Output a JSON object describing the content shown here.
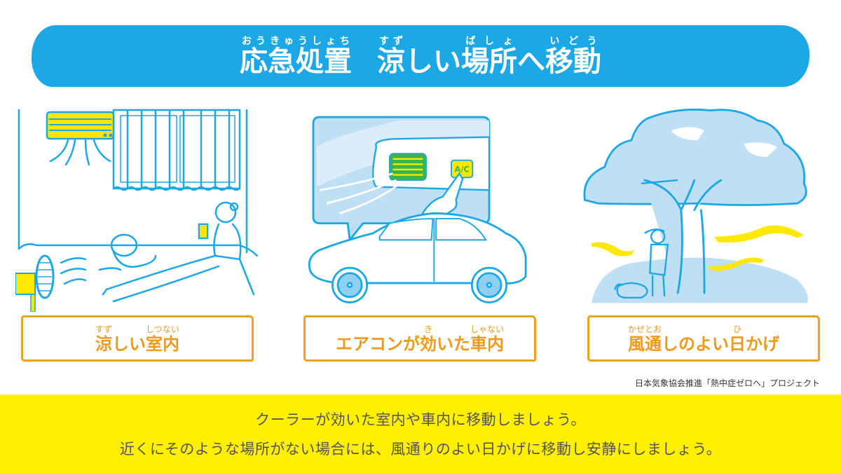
{
  "title": {
    "groups": [
      [
        {
          "base": "応急処置",
          "ruby": "おうきゅうしょち"
        }
      ],
      [
        {
          "base": "涼",
          "ruby": "すず"
        },
        {
          "base": "しい",
          "ruby": ""
        },
        {
          "base": "場所",
          "ruby": "ばしょ"
        },
        {
          "base": "へ",
          "ruby": ""
        },
        {
          "base": "移動",
          "ruby": "いどう"
        }
      ]
    ],
    "full_text": "応急処置　涼しい場所へ移動",
    "background_color": "#1ca8e6"
  },
  "panels": [
    {
      "illustration": "indoor-room-with-air-conditioner-fan-person-and-dog",
      "caption": {
        "segments": [
          {
            "base": "涼",
            "ruby": "すず"
          },
          {
            "base": "しい",
            "ruby": ""
          },
          {
            "base": "室内",
            "ruby": "しつない"
          }
        ],
        "full_text": "涼しい室内"
      }
    },
    {
      "illustration": "car-with-ac-button-speech-bubble",
      "ac_button_label": "A/C",
      "caption": {
        "segments": [
          {
            "base": "エアコンが",
            "ruby": ""
          },
          {
            "base": "効",
            "ruby": "き"
          },
          {
            "base": "いた",
            "ruby": ""
          },
          {
            "base": "車内",
            "ruby": "しゃない"
          }
        ],
        "full_text": "エアコンが効いた車内"
      }
    },
    {
      "illustration": "shade-tree-with-person-dog-and-breeze",
      "caption": {
        "segments": [
          {
            "base": "風通",
            "ruby": "かぜとお"
          },
          {
            "base": "しのよい",
            "ruby": ""
          },
          {
            "base": "日",
            "ruby": "ひ"
          },
          {
            "base": "かげ",
            "ruby": ""
          }
        ],
        "full_text": "風通しのよい日かげ"
      }
    }
  ],
  "credit": "日本気象協会推進「熱中症ゼロへ」プロジェクト",
  "bottom_band": {
    "line1": "クーラーが効いた室内や車内に移動しましょう。",
    "line2": "近くにそのような場所がない場合には、風通りのよい日かげに移動し安静にしましょう。",
    "background_color": "#fff000"
  },
  "colors": {
    "accent_blue": "#1ca8e6",
    "caption_orange": "#ef9a1c",
    "light_blue_fill": "#bfdff5",
    "yellow_accent": "#ffe800"
  }
}
